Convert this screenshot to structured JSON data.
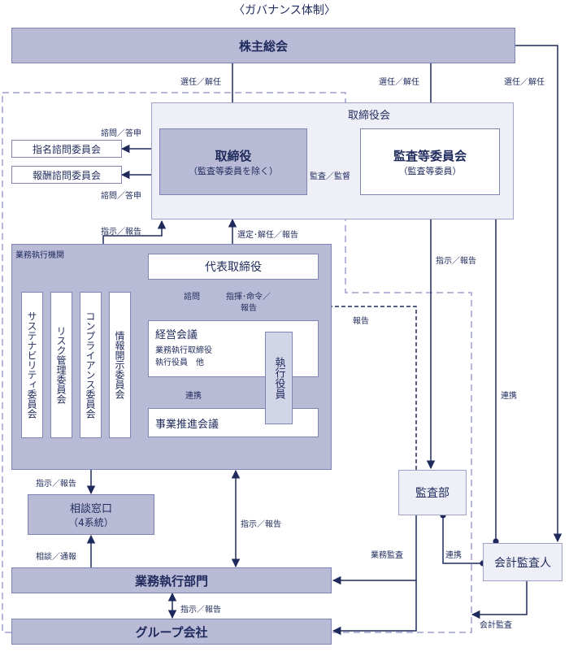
{
  "title": "〈ガバナンス体制〉",
  "boxes": {
    "shareholders": "株主総会",
    "board_group": "取締役会",
    "directors": "取締役",
    "directors_sub": "（監査等委員を除く）",
    "audit_committee": "監査等委員会",
    "audit_committee_sub": "（監査等委員）",
    "nomination": "指名諮問委員会",
    "remuneration": "報酬諮問委員会",
    "exec_org": "業務執行機関",
    "president": "代表取締役",
    "management": "経営会議",
    "management_sub1": "業務執行取締役",
    "management_sub2": "執行役員　他",
    "officers": "執行役員",
    "business": "事業推進会議",
    "committees": [
      "サステナビリティ委員会",
      "リスク管理委員会",
      "コンプライアンス委員会",
      "情報開示委員会"
    ],
    "consult": "相談窓口",
    "consult_sub": "（4系統）",
    "audit_dept": "監査部",
    "accounting_auditor": "会計監査人",
    "exec_dept": "業務執行部門",
    "group": "グループ会社"
  },
  "labels": {
    "elect1": "選任／解任",
    "elect2": "選任／解任",
    "elect3": "選任／解任",
    "consult_q1": "諮問／答申",
    "consult_q2": "諮問／答申",
    "audit_supervise": "監査／監督",
    "instruct_report1": "指示／報告",
    "select_dismiss": "選定･解任／報告",
    "instruct_report2": "指示／報告",
    "inquiry": "諮問",
    "command": "指揮･命令／",
    "command2": "報告",
    "report": "報告",
    "cooperate1": "連携",
    "cooperate2": "連携",
    "cooperate3": "連携",
    "instruct_report3": "指示／報告",
    "instruct_report4": "指示／報告",
    "consult_report": "相談／通報",
    "business_audit": "業務監査",
    "instruct_report5": "指示／報告",
    "accounting_audit": "会計監査"
  }
}
